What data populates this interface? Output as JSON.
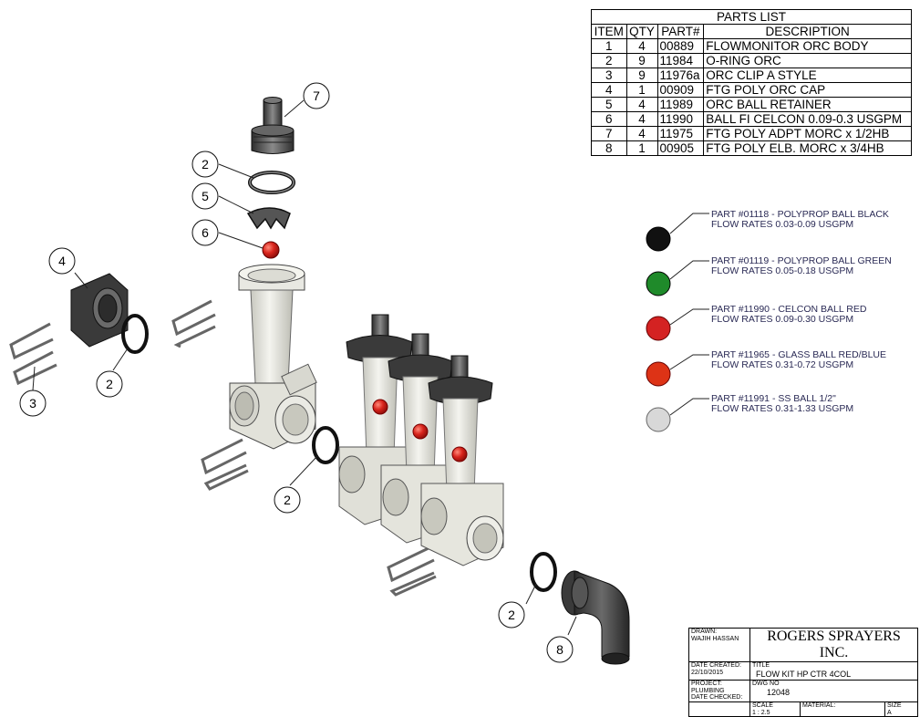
{
  "parts_list": {
    "title": "PARTS LIST",
    "headers": [
      "ITEM",
      "QTY",
      "PART#",
      "DESCRIPTION"
    ],
    "rows": [
      {
        "item": "1",
        "qty": "4",
        "part": "00889",
        "description": "FLOWMONITOR ORC BODY"
      },
      {
        "item": "2",
        "qty": "9",
        "part": "11984",
        "description": "O-RING ORC"
      },
      {
        "item": "3",
        "qty": "9",
        "part": "11976a",
        "description": "ORC CLIP A STYLE"
      },
      {
        "item": "4",
        "qty": "1",
        "part": "00909",
        "description": "FTG POLY ORC CAP"
      },
      {
        "item": "5",
        "qty": "4",
        "part": "11989",
        "description": "ORC BALL RETAINER"
      },
      {
        "item": "6",
        "qty": "4",
        "part": "11990",
        "description": "BALL FI CELCON 0.09-0.3 USGPM"
      },
      {
        "item": "7",
        "qty": "4",
        "part": "11975",
        "description": "FTG POLY ADPT MORC x 1/2HB"
      },
      {
        "item": "8",
        "qty": "1",
        "part": "00905",
        "description": "FTG POLY ELB. MORC x 3/4HB"
      }
    ]
  },
  "balls": [
    {
      "line1": "PART #01118 - POLYPROP BALL BLACK",
      "line2": "FLOW RATES 0.03-0.09 USGPM",
      "color": "#111111"
    },
    {
      "line1": "PART #01119 - POLYPROP BALL GREEN",
      "line2": "FLOW RATES 0.05-0.18 USGPM",
      "color": "#1f8a2a"
    },
    {
      "line1": "PART #11990 - CELCON BALL RED",
      "line2": "FLOW RATES 0.09-0.30 USGPM",
      "color": "#d42222"
    },
    {
      "line1": "PART #11965 - GLASS BALL RED/BLUE",
      "line2": "FLOW RATES 0.31-0.72 USGPM",
      "color": "#dd3316"
    },
    {
      "line1": "PART #11991 - SS BALL 1/2\"",
      "line2": "FLOW RATES 0.31-1.33 USGPM",
      "color": "#d8d8d8"
    }
  ],
  "balloons": {
    "b7": "7",
    "b2a": "2",
    "b5": "5",
    "b6": "6",
    "b4": "4",
    "b2b": "2",
    "b3": "3",
    "b2c": "2",
    "b2d": "2",
    "b8": "8"
  },
  "title_block": {
    "drawn_label": "DRAWN:",
    "drawn_value": "WAJIH HASSAN",
    "date_created_label": "DATE CREATED:",
    "date_created_value": "22/10/2015",
    "project_label": "PROJECT:",
    "project_value": "PLUMBING",
    "date_checked_label": "DATE CHECKED:",
    "company": "ROGERS SPRAYERS INC.",
    "title_label": "TITLE",
    "title_value": "FLOW KIT HP CTR 4COL",
    "dwg_label": "DWG NO",
    "dwg_value": "12048",
    "scale_label": "SCALE",
    "scale_value": "1 : 2.5",
    "material_label": "MATERIAL:",
    "size_label": "SIZE",
    "size_value": "A"
  }
}
